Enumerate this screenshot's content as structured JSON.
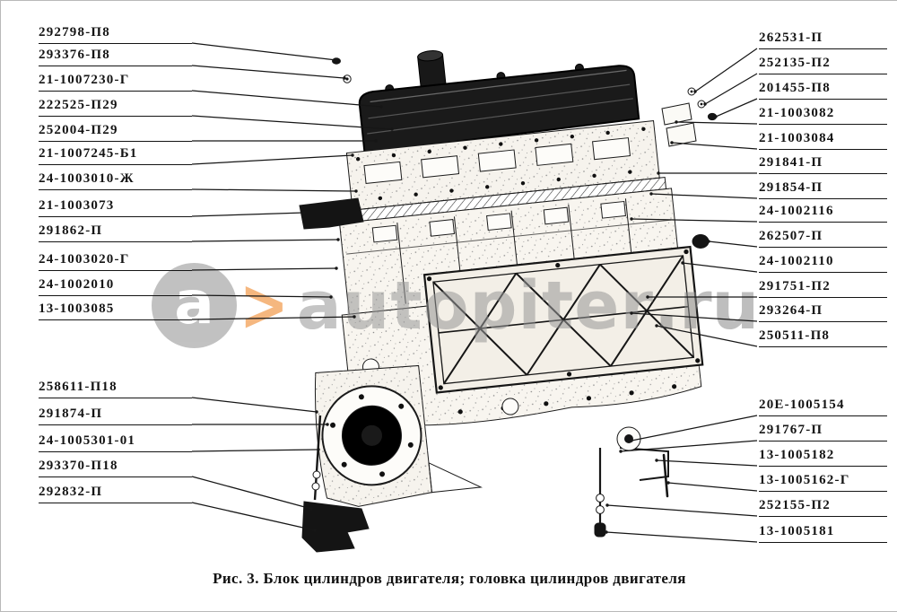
{
  "figure": {
    "caption": "Рис. 3. Блок цилиндров двигателя; головка цилиндров двигателя"
  },
  "watermark": {
    "logo_letter": "a",
    "arrow": ">",
    "text": "autopiter",
    "suffix": ".ru",
    "logo_color": "#8f8f8f",
    "arrow_color": "#ee7d18"
  },
  "left_labels": [
    "292798-П8",
    "293376-П8",
    "21-1007230-Г",
    "222525-П29",
    "252004-П29",
    "21-1007245-Б1",
    "24-1003010-Ж",
    "21-1003073",
    "291862-П",
    "24-1003020-Г",
    "24-1002010",
    "13-1003085",
    "258611-П18",
    "291874-П",
    "24-1005301-01",
    "293370-П18",
    "292832-П"
  ],
  "right_labels": [
    "262531-П",
    "252135-П2",
    "201455-П8",
    "21-1003082",
    "21-1003084",
    "291841-П",
    "291854-П",
    "24-1002116",
    "262507-П",
    "24-1002110",
    "291751-П2",
    "293264-П",
    "250511-П8",
    "20Е-1005154",
    "291767-П",
    "13-1005182",
    "13-1005162-Г",
    "252155-П2",
    "13-1005181"
  ]
}
